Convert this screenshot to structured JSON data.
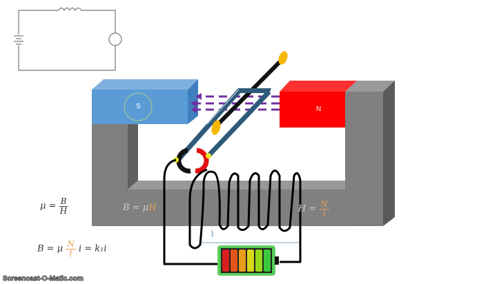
{
  "magnets": {
    "south_label": "S",
    "north_label": "N"
  },
  "equations": {
    "mu_def": {
      "lhs": "μ =",
      "num": "B",
      "den": "H"
    },
    "b_core": {
      "lhs": "B = μ",
      "var": "H"
    },
    "h_core": {
      "lhs": "H =",
      "num": "N",
      "den": "l"
    },
    "b_current": {
      "lhs": "B = μ",
      "num": "N",
      "den": "l",
      "rhs": "i = k₁i"
    }
  },
  "coil_length_label": "l",
  "battery": {
    "segment_colors": [
      "#d81e1e",
      "#e0561a",
      "#e89a1a",
      "#d8d81a",
      "#9ad81a",
      "#3cc83c"
    ]
  },
  "colors": {
    "south": "#5b9bd5",
    "north": "#ff0000",
    "core": "#7f7f7f",
    "field_arrows": "#7030a0",
    "accent": "#e8a050"
  },
  "watermark": "Screencast-O-Matic.com"
}
